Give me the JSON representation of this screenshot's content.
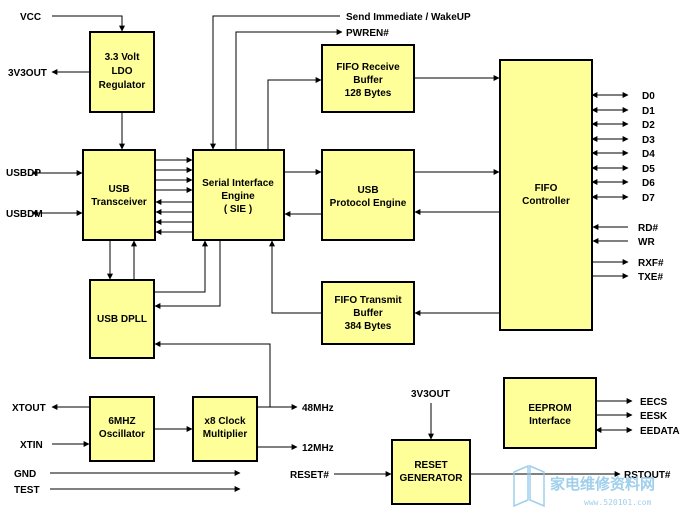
{
  "blocks": {
    "ldo": [
      "3.3 Volt",
      "LDO",
      "Regulator"
    ],
    "usb_transceiver": [
      "USB",
      "Transceiver"
    ],
    "sie": [
      "Serial Interface",
      "Engine",
      "( SIE )"
    ],
    "fifo_rx": [
      "FIFO Receive",
      "Buffer",
      "128 Bytes"
    ],
    "usb_protocol": [
      "USB",
      "Protocol Engine"
    ],
    "fifo_tx": [
      "FIFO Transmit",
      "Buffer",
      "384 Bytes"
    ],
    "fifo_controller": [
      "FIFO",
      "Controller"
    ],
    "usb_dpll": [
      "USB DPLL"
    ],
    "oscillator": [
      "6MHZ",
      "Oscillator"
    ],
    "clock_multiplier": [
      "x8 Clock",
      "Multiplier"
    ],
    "eeprom": [
      "EEPROM",
      "Interface"
    ],
    "reset_gen": [
      "RESET",
      "GENERATOR"
    ]
  },
  "signals": {
    "vcc": "VCC",
    "v3out_left": "3V3OUT",
    "send_immediate": "Send Immediate / WakeUP",
    "pwren": "PWREN#",
    "usbdp": "USBDP",
    "usbdm": "USBDM",
    "data_bus": [
      "D0",
      "D1",
      "D2",
      "D3",
      "D4",
      "D5",
      "D6",
      "D7"
    ],
    "rd": "RD#",
    "wr": "WR",
    "rxf": "RXF#",
    "txe": "TXE#",
    "xtout": "XTOUT",
    "xtin": "XTIN",
    "clk48": "48MHz",
    "clk12": "12MHz",
    "gnd": "GND",
    "test": "TEST",
    "v3out_reset": "3V3OUT",
    "reset_in": "RESET#",
    "rstout": "RSTOUT#",
    "eecs": "EECS",
    "eesk": "EESK",
    "eedata": "EEDATA"
  },
  "watermark": {
    "text": "家电维修资料网",
    "url": "www.520101.com",
    "color": "#8fc7e8"
  }
}
